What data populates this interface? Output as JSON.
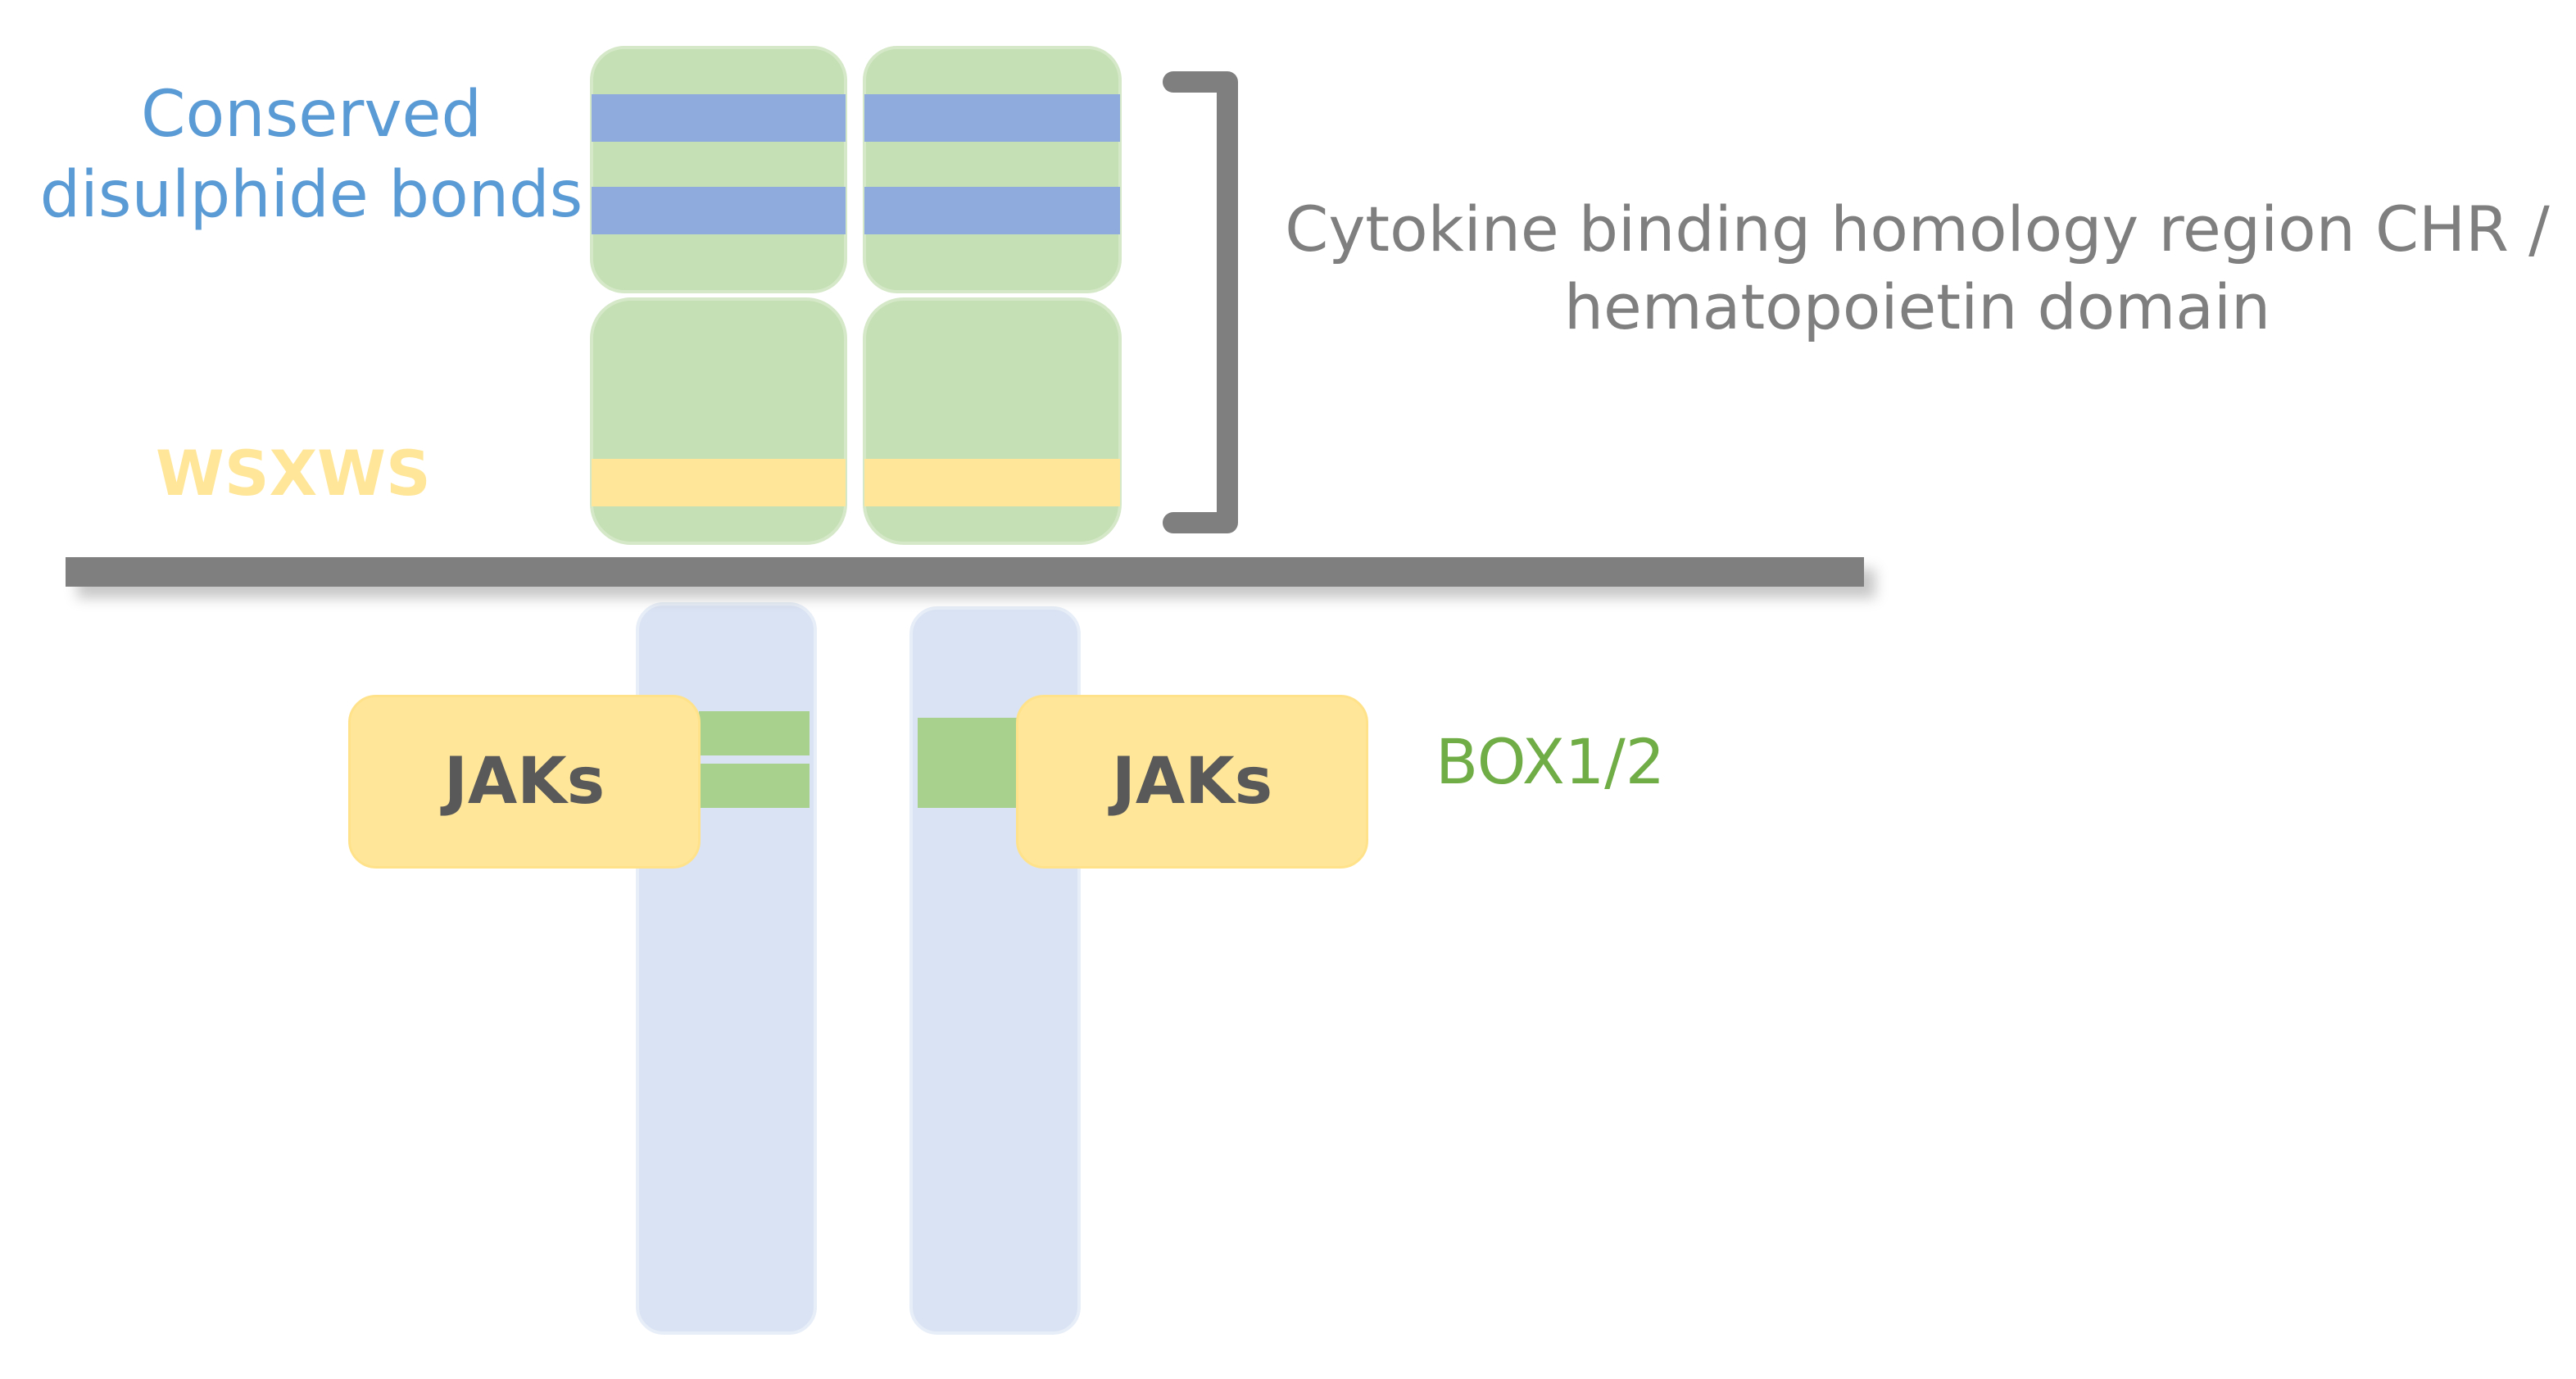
{
  "labels": {
    "disulphide": "Conserved\ndisulphide bonds",
    "wsxws": "WSXWS",
    "chr": "Cytokine binding homology region CHR /\nhematopoietin domain",
    "box": "BOX1/2",
    "jak_left": "JAKs",
    "jak_right": "JAKs"
  },
  "colors": {
    "domain_fill": "#c5e0b4",
    "disulphide_band": "#8faadc",
    "wsxws_band": "#ffe699",
    "intracellular_fill": "#dae3f3",
    "box_band": "#a9d18e",
    "membrane": "#7f7f7f",
    "jak_fill": "#ffe699",
    "disulphide_text": "#5b9bd5",
    "wsxws_text": "#ffe699",
    "chr_text": "#7f7f7f",
    "box_text": "#70ad47",
    "jak_text": "#595959"
  }
}
